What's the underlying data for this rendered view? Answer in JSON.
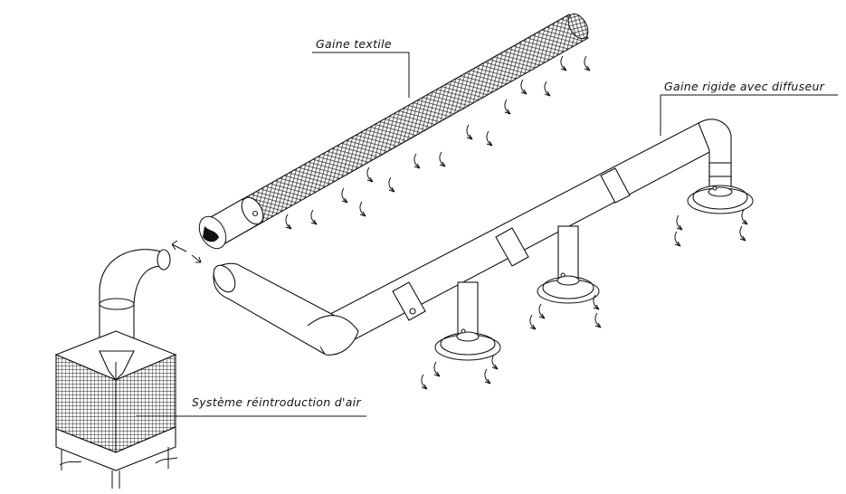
{
  "labels": {
    "textile_duct": "Gaine textile",
    "rigid_duct": "Gaine rigide avec diffuseur",
    "air_system": "Système réintroduction d'air"
  },
  "colors": {
    "line": "#111111",
    "background": "#ffffff"
  },
  "icons": [
    "airflow-arrow-icon",
    "diffuser-icon",
    "cooler-unit-icon"
  ]
}
